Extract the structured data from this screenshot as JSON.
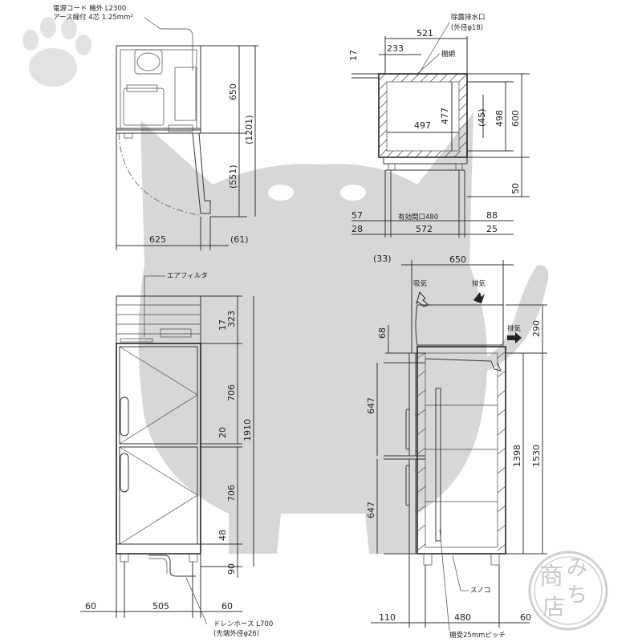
{
  "top_view": {
    "cord_label": "電源コード 機外 L2300",
    "ground_label": "アース線付 4芯 1.25mm²",
    "dim_650": "650",
    "dim_1201": "(1201)",
    "dim_551": "(551)",
    "dim_625": "625",
    "dim_61": "(61)"
  },
  "section_view": {
    "drain_label": "除露排水口",
    "drain_dia": "(外径φ18)",
    "tana_label": "棚網",
    "dim_521": "521",
    "dim_233": "233",
    "dim_17": "17",
    "dim_477": "477",
    "dim_497": "497",
    "dim_45": "(45)",
    "dim_498": "498",
    "dim_600": "600",
    "dim_50": "50",
    "dim_57": "57",
    "dim_opening": "有効間口480",
    "dim_88": "88",
    "dim_28": "28",
    "dim_572": "572",
    "dim_25": "25"
  },
  "front_view": {
    "air_filter": "エアフィルタ",
    "dim_323": "323",
    "dim_17": "17",
    "dim_706a": "706",
    "dim_20": "20",
    "dim_1910": "1910",
    "dim_706b": "706",
    "dim_48": "48",
    "dim_90": "90",
    "dim_60a": "60",
    "dim_505": "505",
    "dim_60b": "60",
    "drain_hose": "ドレンホース L700",
    "drain_hose_dia": "(先端外径φ26)"
  },
  "side_view": {
    "dim_33": "(33)",
    "dim_650": "650",
    "intake": "吸気",
    "exhaust_top": "排気",
    "exhaust_side": "排気",
    "dim_290": "290",
    "dim_68": "68",
    "dim_647a": "647",
    "dim_1398": "1398",
    "dim_1530": "1530",
    "dim_647b": "647",
    "sunoko": "スノコ",
    "dim_110": "110",
    "dim_480": "480",
    "dim_60": "60",
    "pitch": "棚受25mmピッチ"
  },
  "stamp": {
    "chars": "みち商店"
  },
  "colors": {
    "line": "#333333",
    "watermark": "#d7d7d7",
    "arrow": "#222222"
  }
}
